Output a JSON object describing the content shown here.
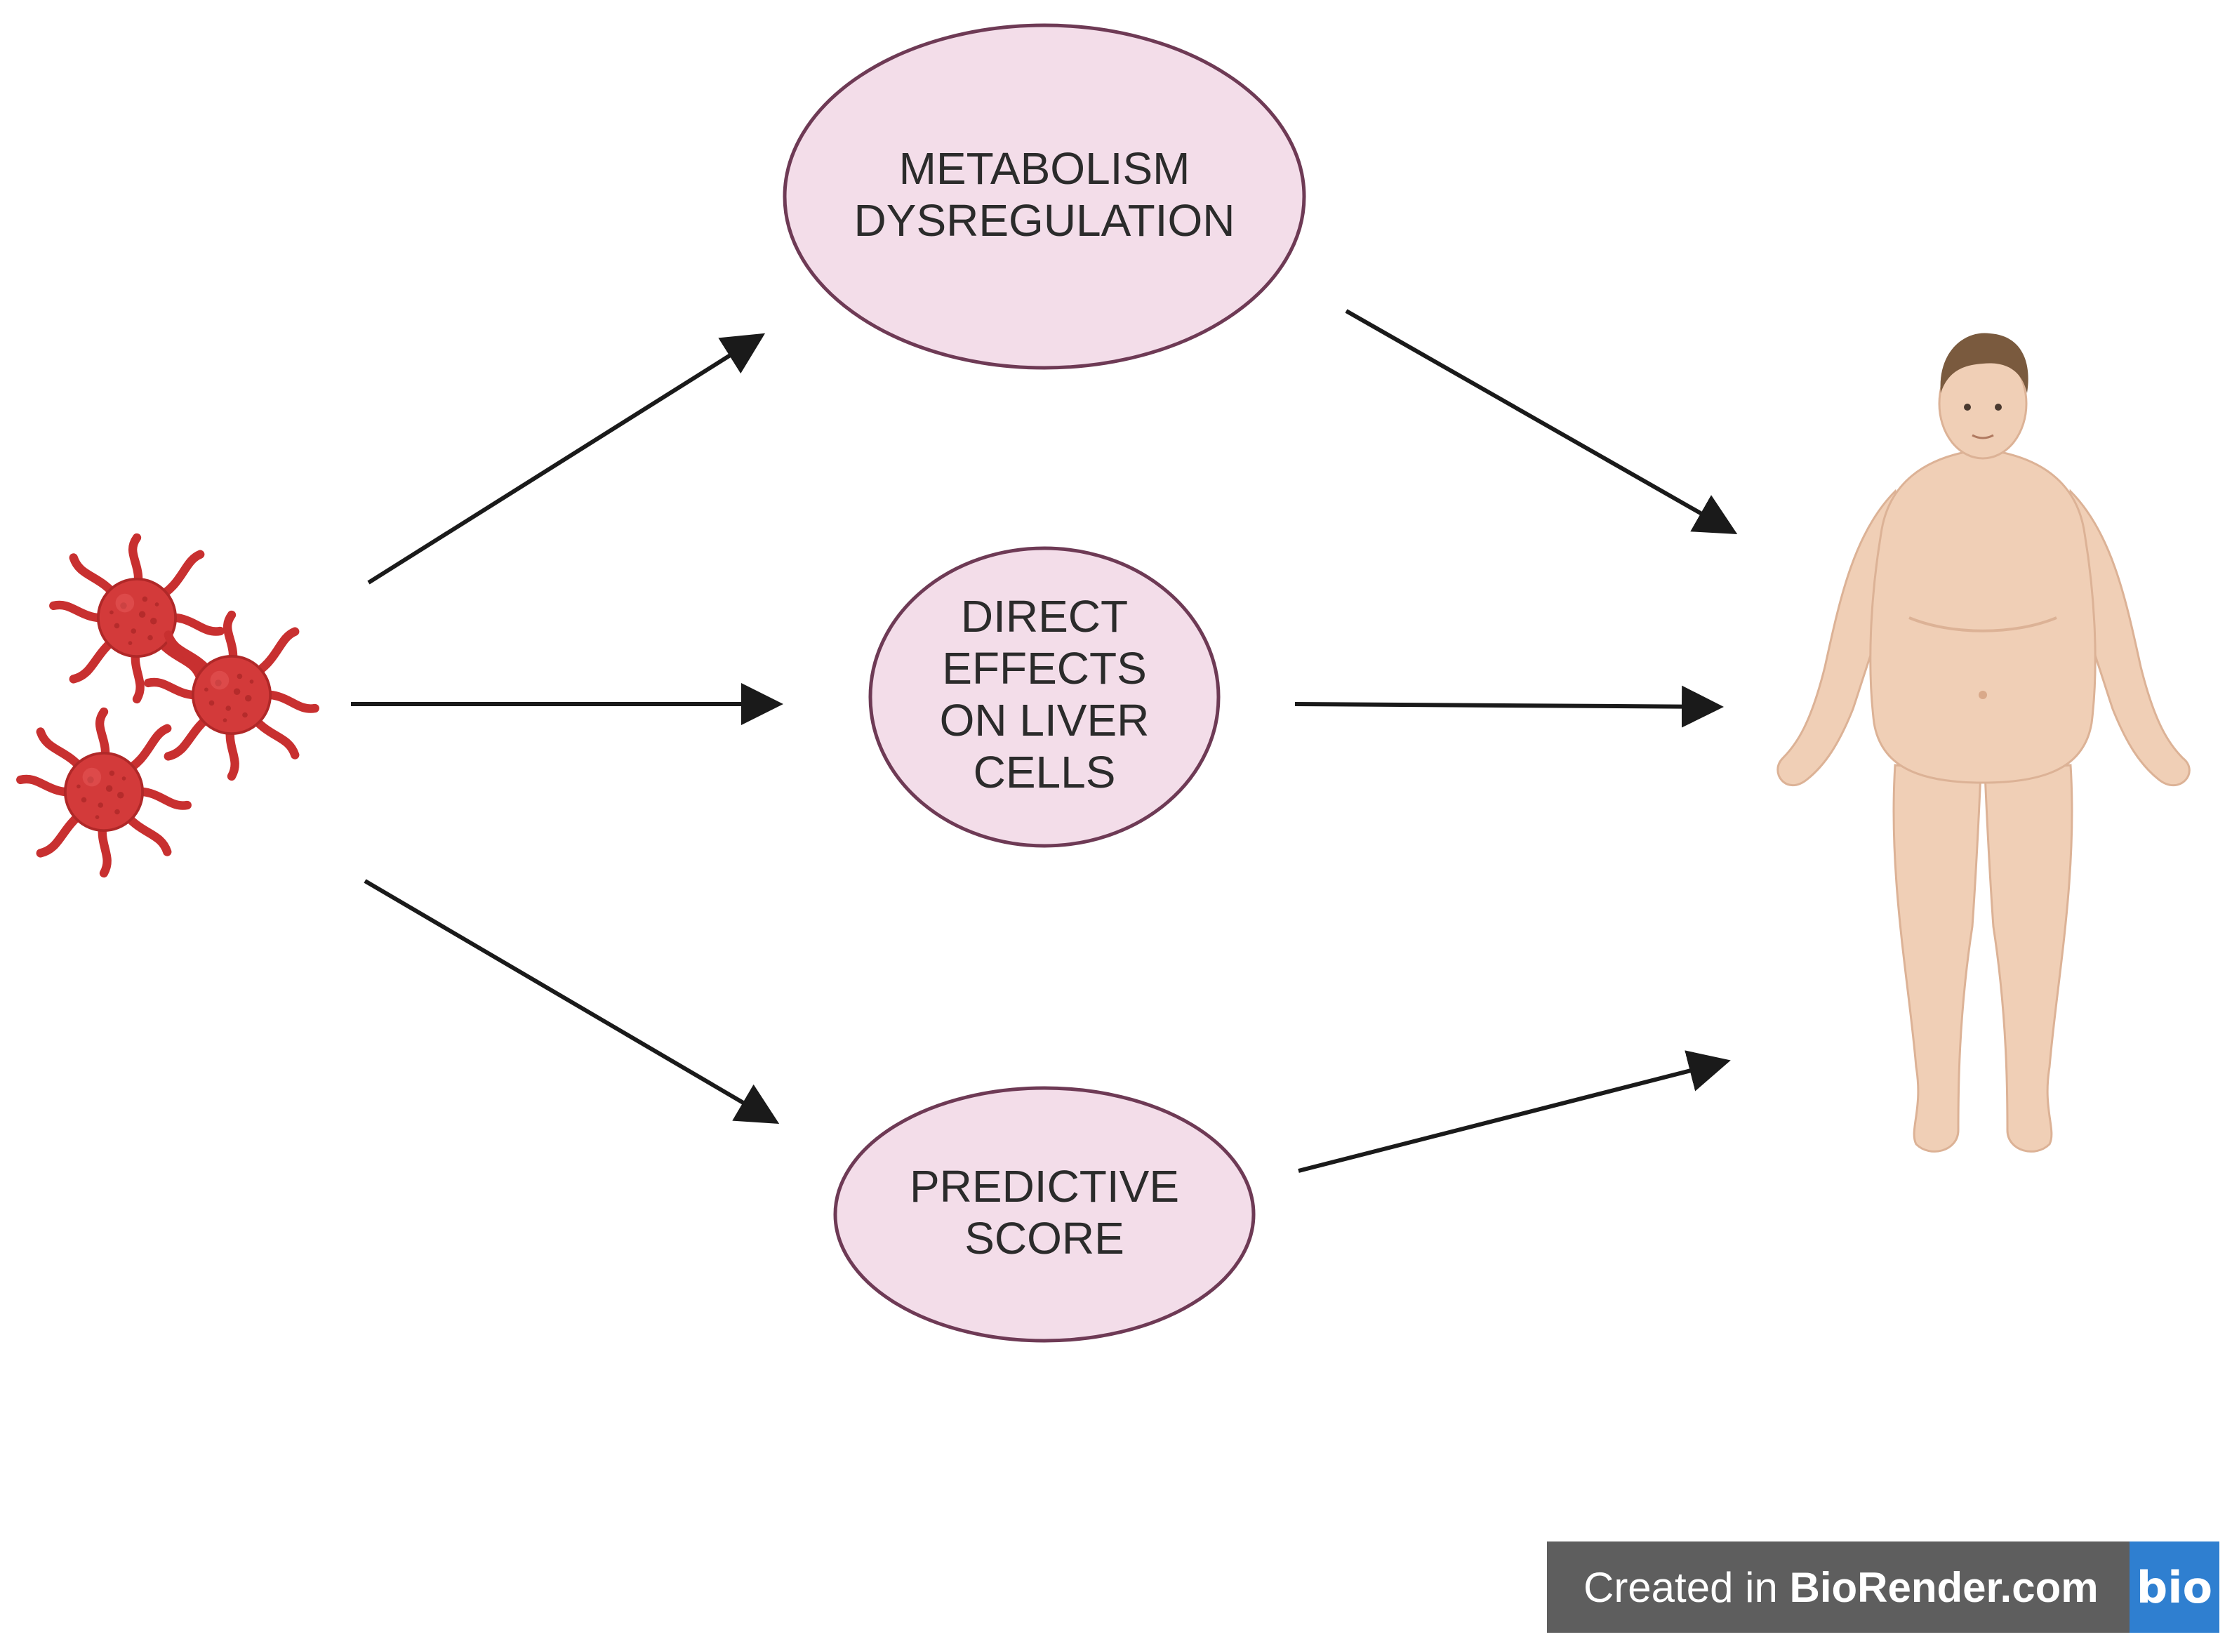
{
  "nodes": {
    "metabolism": {
      "lines": [
        "METABOLISM",
        "DYSREGULATION"
      ]
    },
    "liver": {
      "lines": [
        "DIRECT",
        "EFFECTS",
        "ON LIVER",
        "CELLS"
      ]
    },
    "predictive": {
      "lines": [
        "PREDICTIVE",
        "SCORE"
      ]
    }
  },
  "icons": {
    "source": "bacteria-cluster-icon",
    "target": "obese-human-figure-icon"
  },
  "colors": {
    "node_fill": "#f3dde9",
    "node_stroke": "#6e3a55",
    "bacteria": "#d33a3a",
    "skin": "#f0cfb6",
    "hair": "#7a5a3e",
    "arrow": "#1a1a1a"
  },
  "footer": {
    "prefix": "Created in ",
    "brand": "BioRender.com",
    "logo": "bio"
  }
}
